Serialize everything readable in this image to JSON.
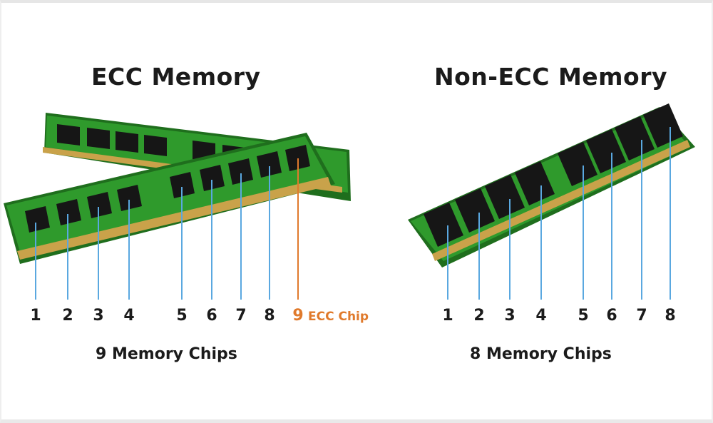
{
  "ecc": {
    "title": "ECC Memory",
    "chip_numbers": [
      "1",
      "2",
      "3",
      "4",
      "5",
      "6",
      "7",
      "8",
      "9"
    ],
    "ecc_chip_label": "ECC Chip",
    "caption": "9 Memory Chips"
  },
  "non_ecc": {
    "title": "Non-ECC Memory",
    "chip_numbers": [
      "1",
      "2",
      "3",
      "4",
      "5",
      "6",
      "7",
      "8"
    ],
    "caption": "8 Memory Chips"
  },
  "colors": {
    "pcb_green": "#2f9a2c",
    "pcb_dark": "#1f6e1d",
    "chip_black": "#161616",
    "gold_contacts": "#c9a24a",
    "callout_blue": "#5aa8e0",
    "ecc_orange": "#e07a2c",
    "text": "#1b1b1b"
  }
}
